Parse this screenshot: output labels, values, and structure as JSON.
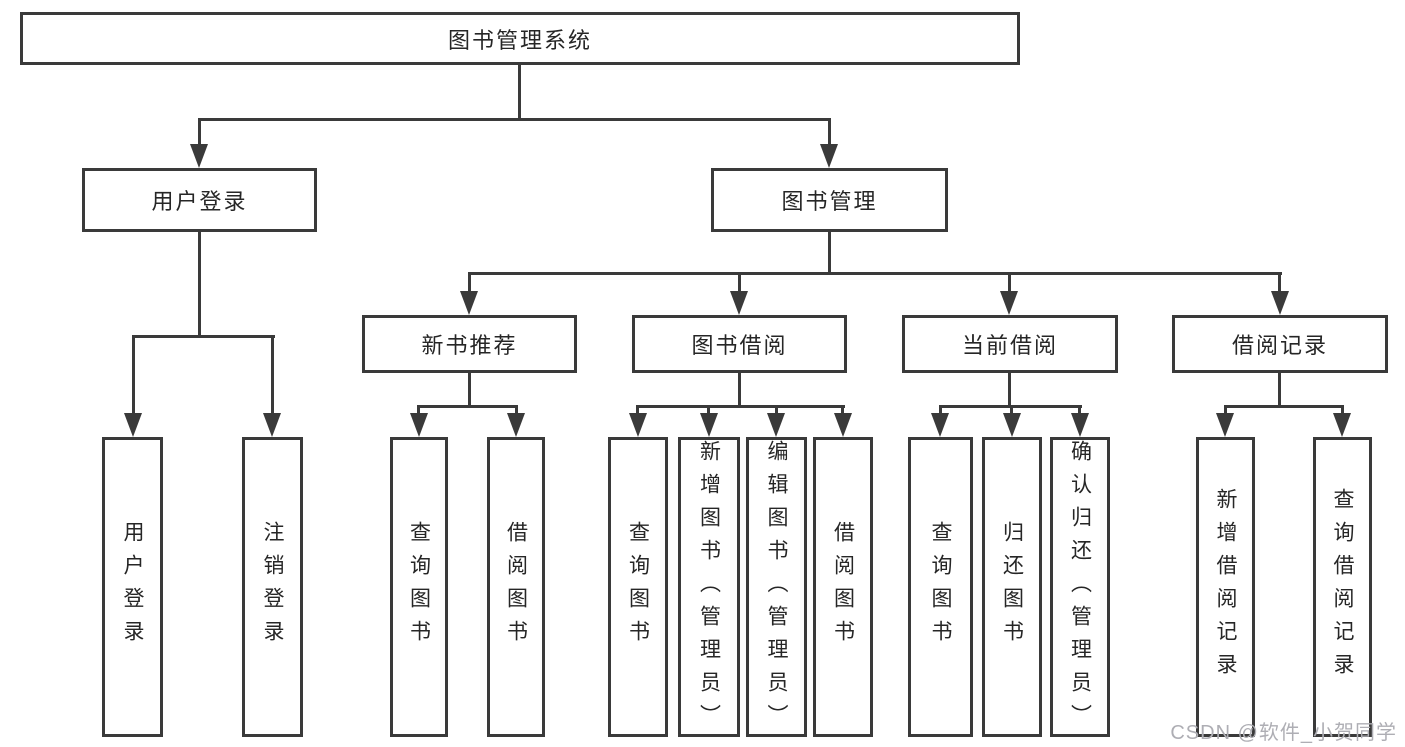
{
  "diagram": {
    "root": {
      "label": "图书管理系统"
    },
    "level2": [
      {
        "label": "用户登录"
      },
      {
        "label": "图书管理"
      }
    ],
    "level3": [
      {
        "label": "新书推荐"
      },
      {
        "label": "图书借阅"
      },
      {
        "label": "当前借阅"
      },
      {
        "label": "借阅记录"
      }
    ],
    "leaves": {
      "user_login": [
        "用户登录",
        "注销登录"
      ],
      "new_book": [
        "查询图书",
        "借阅图书"
      ],
      "borrow": [
        "查询图书",
        "新增图书（管理员）",
        "编辑图书（管理员）",
        "借阅图书"
      ],
      "current": [
        "查询图书",
        "归还图书",
        "确认归还（管理员）"
      ],
      "records": [
        "新增借阅记录",
        "查询借阅记录"
      ]
    }
  },
  "watermark": "CSDN @软件_小贺同学",
  "colors": {
    "line": "#3a3a3a",
    "text": "#262626",
    "box-bg": "#ffffff",
    "watermark": "#aeaeb4"
  }
}
